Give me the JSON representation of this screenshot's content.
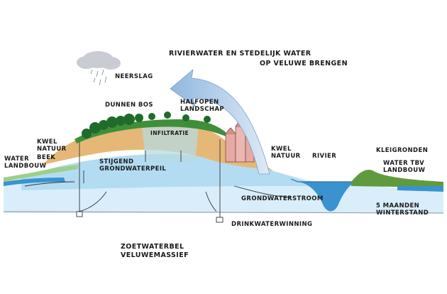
{
  "labels": {
    "title_line1": "RIVIERWATER EN STEDELIJK WATER",
    "title_line2": "OP VELUWE BRENGEN",
    "neerslag": "NEERSLAG",
    "dunnen_bos": "DUNNEN BOS",
    "halfopen_line1": "HALFOPEN",
    "halfopen_line2": "LANDSCHAP",
    "infiltratie": "INFILTRATIE",
    "kwel_natuur_left_line1": "KWEL",
    "kwel_natuur_left_line2": "NATUUR",
    "beek": "BEEK",
    "water_landbouw_left_line1": "WATER",
    "water_landbouw_left_line2": "LANDBOUW",
    "stijgend_line1": "STIJGEND",
    "stijgend_line2": "GRONDWATERPEIL",
    "kwel_natuur_right_line1": "KWEL",
    "kwel_natuur_right_line2": "NATUUR",
    "rivier": "RIVIER",
    "kleigronden": "KLEIGRONDEN",
    "water_tbv_line1": "WATER TBV",
    "water_tbv_line2": "LANDBOUW",
    "grondwaterstroom": "GRONDWATERSTROOM",
    "winterstand_line1": "5 MAANDEN",
    "winterstand_line2": "WINTERSTAND",
    "drinkwaterwinning": "DRINKWATERWINNING",
    "zoetwaterbel_line1": "ZOETWATERBEL",
    "zoetwaterbel_line2": "VELUWEMASSIEF"
  },
  "colors": {
    "water_light": "#cfe8f7",
    "water_mid": "#9fd0ee",
    "water_dark": "#3a93cf",
    "sand": "#e6b877",
    "grass": "#3f8f3a",
    "tree": "#1f6b2b",
    "city": "#e7a9a3",
    "arrow": "#b9d3ea",
    "cloud": "#c9ccd2"
  }
}
